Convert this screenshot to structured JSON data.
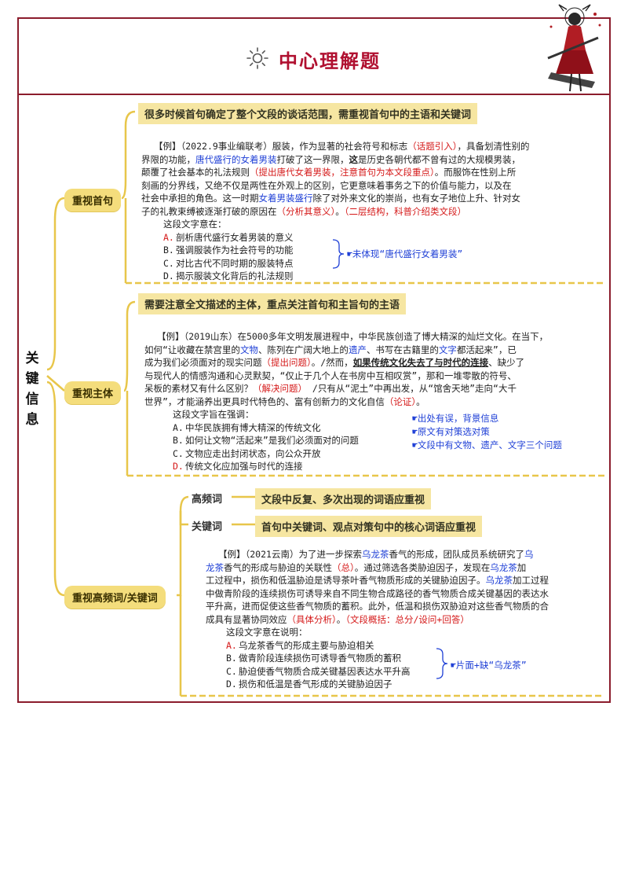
{
  "header": {
    "title": "中心理解题",
    "icon": "sun-icon"
  },
  "root_label": "关键信息",
  "branches": {
    "b1": {
      "label": "重视首句",
      "tip": "很多时候首句确定了整个文段的谈话范围，需重视首句中的主语和关键词",
      "example": {
        "l1a": "【例】（2022.9事业编联考）服装，作为显著的社会符号和标志",
        "l1b": "（话题引入）",
        "l1c": "，具备划清性别的",
        "l2a": "界限的功能，",
        "l2b": "唐代盛行的女着男装",
        "l2c": "打破了这一界限，",
        "l2d": "这",
        "l2e": "是历史各朝代都不曾有过的大规模男装，",
        "l3a": "颠覆了社会基本的礼法规则",
        "l3b": "（提出唐代女着男装，注意首句为本文段重点）",
        "l3c": "。而服饰在性别上所",
        "l4": "刻画的分界线，又绝不仅是两性在外观上的区别，它更意味着事务之下的价值与能力，以及在",
        "l5a": "社会中承担的角色。这一时期",
        "l5b": "女着男装盛行",
        "l5c": "除了对外来文化的崇尚，也有女子地位上升、针对女",
        "l6a": "子的礼教束缚被逐渐打破的原因在",
        "l6b": "（分析其意义）",
        "l6c": "。",
        "l6d": "（二层结构，科普介绍类文段）",
        "intent": "这段文字意在：",
        "options": [
          {
            "letter": "A.",
            "text": "剖析唐代盛行女着男装的意义"
          },
          {
            "letter": "B.",
            "text": "强调服装作为社会符号的功能"
          },
          {
            "letter": "C.",
            "text": "对比古代不同时期的服装特点"
          },
          {
            "letter": "D.",
            "text": "揭示服装文化背后的礼法规则"
          }
        ],
        "note": "☛未体现“唐代盛行女着男装”"
      }
    },
    "b2": {
      "label": "重视主体",
      "tip": "需要注意全文描述的主体，重点关注首句和主旨句的主语",
      "example": {
        "l1": "【例】（2019山东）在5000多年文明发展进程中，中华民族创造了博大精深的灿烂文化。在当下，",
        "l2a": "如何“让收藏在禁宫里的",
        "l2b": "文物",
        "l2c": "、陈列在广阔大地上的",
        "l2d": "遗产",
        "l2e": "、书写在古籍里的",
        "l2f": "文字",
        "l2g": "都活起来”，已",
        "l3a": "成为我们必须面对的现实问题",
        "l3b": "（提出问题）",
        "l3c": "。/然而，",
        "l3d": "如果传统文化失去了与时代的连接",
        "l3e": "、缺少了",
        "l4": "与现代人的情感沟通和心灵默契，“仅止于几个人在书房中互相叹赏”，那和一堆零散的符号、",
        "l5a": "呆板的素材又有什么区别？",
        "l5b": "（解决问题）",
        "l5c": " /只有从“泥土”中再出发，从“馆舍天地”走向“大千",
        "l6a": "世界”，才能涵养出更具时代特色的、富有创新力的文化自信",
        "l6b": "（论证）",
        "l6c": "。",
        "intent": "这段文字旨在强调：",
        "options": [
          {
            "letter": "A.",
            "text": "中华民族拥有博大精深的传统文化",
            "note": "☛出处有误，背景信息"
          },
          {
            "letter": "B.",
            "text": "如何让文物“活起来”是我们必须面对的问题",
            "note": "☛原文有对策选对策"
          },
          {
            "letter": "C.",
            "text": "文物应走出封闭状态，向公众开放",
            "note": "☛文段中有文物、遗产、文字三个问题"
          },
          {
            "letter": "D.",
            "text": "传统文化应加强与时代的连接",
            "note": ""
          }
        ]
      }
    },
    "b3": {
      "label": "重视高频词/关键词",
      "sub1": {
        "label": "高频词",
        "tip": "文段中反复、多次出现的词语应重视"
      },
      "sub2": {
        "label": "关键词",
        "tip": "首句中关键词、观点对策句中的核心词语应重视"
      },
      "example": {
        "l1a": "【例】（2021云南）为了进一步探索",
        "l1b": "乌龙茶",
        "l1c": "香气的形成，团队成员系统研究了",
        "l1d": "乌",
        "l2a": "龙茶",
        "l2b": "香气的形成与胁迫的关联性",
        "l2c": "（总）",
        "l2d": "。通过筛选各类胁迫因子，发现在",
        "l2e": "乌龙茶",
        "l2f": "加",
        "l3a": "工过程中，损伤和低温胁迫是诱导茶叶香气物质形成的关键胁迫因子。",
        "l3b": "乌龙茶",
        "l3c": "加工过程",
        "l4": "中做青阶段的连续损伤可诱导来自不同生物合成路径的香气物质合成关键基因的表达水",
        "l5": "平升高，进而促使这些香气物质的蓄积。此外，低温和损伤双胁迫对这些香气物质的合",
        "l6a": "成具有显著协同效应",
        "l6b": "（具体分析）",
        "l6c": "。",
        "l6d": "（文段概括：总分/设问+回答）",
        "intent": "这段文字意在说明：",
        "options": [
          {
            "letter": "A.",
            "text": "乌龙茶香气的形成主要与胁迫相关"
          },
          {
            "letter": "B.",
            "text": "做青阶段连续损伤可诱导香气物质的蓄积"
          },
          {
            "letter": "C.",
            "text": "胁迫使香气物质合成关键基因表达水平升高"
          },
          {
            "letter": "D.",
            "text": "损伤和低温是香气形成的关键胁迫因子"
          }
        ],
        "note": "☛片面+缺“乌龙茶”"
      }
    }
  },
  "colors": {
    "frame": "#8b1c2c",
    "node": "#f4dd7c",
    "line": "#e8c64a",
    "accent_red": "#d51a1a",
    "accent_blue": "#1e3fd6"
  }
}
